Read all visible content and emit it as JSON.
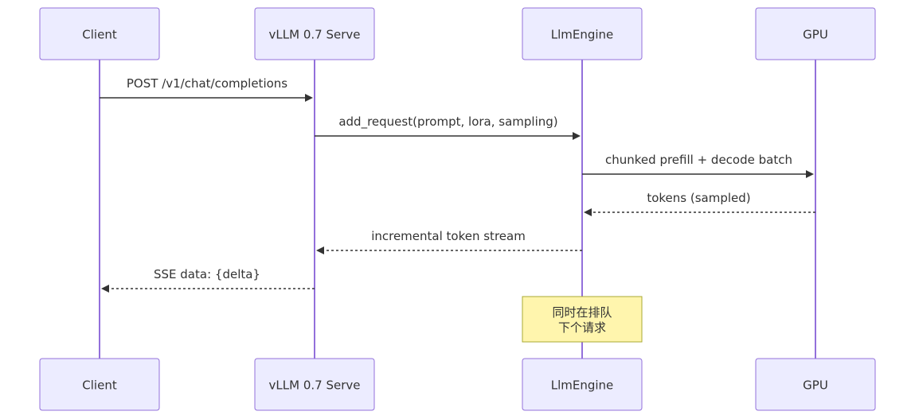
{
  "participants": [
    {
      "id": "client",
      "label": "Client"
    },
    {
      "id": "serve",
      "label": "vLLM 0.7 Serve"
    },
    {
      "id": "engine",
      "label": "LlmEngine"
    },
    {
      "id": "gpu",
      "label": "GPU"
    }
  ],
  "messages": [
    {
      "from": "client",
      "to": "serve",
      "label": "POST /v1/chat/completions",
      "style": "solid"
    },
    {
      "from": "serve",
      "to": "engine",
      "label": "add_request(prompt, lora, sampling)",
      "style": "solid"
    },
    {
      "from": "engine",
      "to": "gpu",
      "label": "chunked prefill + decode batch",
      "style": "solid"
    },
    {
      "from": "gpu",
      "to": "engine",
      "label": "tokens (sampled)",
      "style": "dashed"
    },
    {
      "from": "engine",
      "to": "serve",
      "label": "incremental token stream",
      "style": "dashed"
    },
    {
      "from": "serve",
      "to": "client",
      "label": "SSE data: {delta}",
      "style": "dashed"
    }
  ],
  "note": {
    "over": "engine",
    "lines": [
      "同时在排队",
      "下个请求"
    ]
  },
  "colors": {
    "actor_fill": "#ECECFF",
    "actor_stroke": "#9370DB",
    "lifeline": "#9370DB",
    "message": "#333333",
    "note_fill": "#FFF5AD",
    "note_stroke": "#AAAA33"
  }
}
